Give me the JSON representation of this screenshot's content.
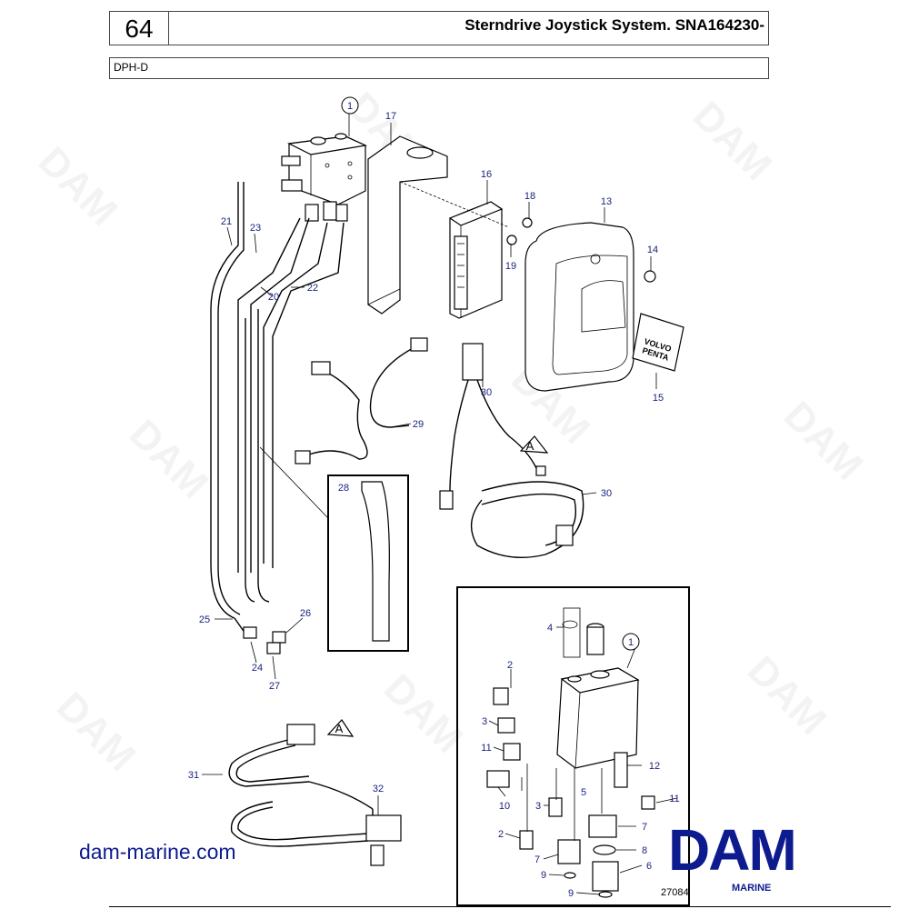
{
  "header": {
    "page_number": "64",
    "title": "Sterndrive Joystick System. SNA164230-",
    "model": "DPH-D"
  },
  "watermark": {
    "text": "DAM"
  },
  "labels": {
    "p1": "1",
    "p13": "13",
    "p14": "14",
    "p15": "15",
    "p16": "16",
    "p17": "17",
    "p18": "18",
    "p19": "19",
    "p20": "20",
    "p21": "21",
    "p22": "22",
    "p23": "23",
    "p24": "24",
    "p25": "25",
    "p26": "26",
    "p27": "27",
    "p28": "28",
    "p29": "29",
    "p30a": "30",
    "p30b": "30",
    "p31": "31",
    "p32": "32",
    "refA1": "A",
    "refA2": "A",
    "d1": "1",
    "d2a": "2",
    "d2b": "2",
    "d3a": "3",
    "d3b": "3",
    "d4": "4",
    "d5": "5",
    "d6": "6",
    "d7a": "7",
    "d7b": "7",
    "d8": "8",
    "d9a": "9",
    "d9b": "9",
    "d10": "10",
    "d11a": "11",
    "d11b": "11",
    "d12": "12"
  },
  "footer": {
    "website": "dam-marine.com",
    "drawing_number": "27084",
    "logo_text": "DAM",
    "logo_subtext": "MARINE"
  },
  "colors": {
    "brand_blue": "#0d1b8f",
    "label_blue": "#1a237e"
  }
}
